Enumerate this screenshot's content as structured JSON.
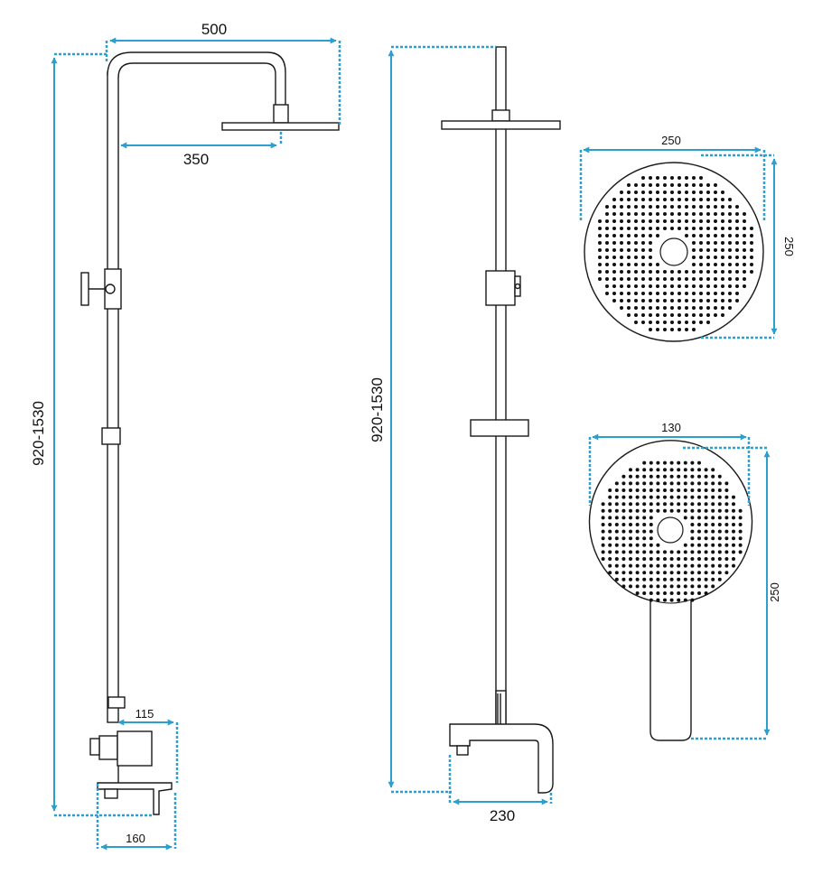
{
  "colors": {
    "outline": "#1a1a1a",
    "dimension": "#2a9fd0"
  },
  "side_view": {
    "width_top": "500",
    "arm_reach": "350",
    "height": "920-1530",
    "mixer_depth": "115",
    "base_width": "160"
  },
  "front_view": {
    "height": "920-1530",
    "spout_width": "230"
  },
  "head_shower": {
    "width": "250",
    "height": "250"
  },
  "hand_shower": {
    "width": "130",
    "height": "250"
  }
}
